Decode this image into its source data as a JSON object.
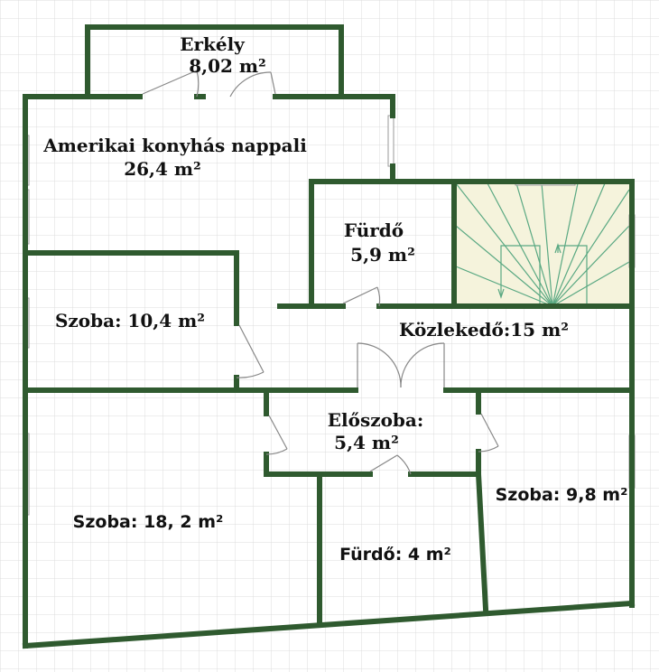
{
  "colors": {
    "wall": "#2f5a2f",
    "grid": "#dcdcdc",
    "stair_fill": "#f5f3dc",
    "stair_line": "#59a882",
    "door": "#888888",
    "text": "#111111"
  },
  "rooms": {
    "erkely": {
      "name": "Erkély",
      "area": "8,02 m²"
    },
    "nappali": {
      "name": "Amerikai konyhás nappali",
      "area": "26,4 m²"
    },
    "furdo_top": {
      "name": "Fürdő",
      "area": "5,9 m²"
    },
    "szoba_left": {
      "label": "Szoba: 10,4 m²"
    },
    "kozlekedo": {
      "label": "Közlekedő:15 m²"
    },
    "eloszoba": {
      "name": "Előszoba:",
      "area": "5,4 m²"
    },
    "szoba_right": {
      "label": "Szoba: 9,8 m²"
    },
    "szoba_big": {
      "label": "Szoba: 18, 2 m²"
    },
    "furdo_bottom": {
      "label": "Fürdő: 4 m²"
    }
  }
}
